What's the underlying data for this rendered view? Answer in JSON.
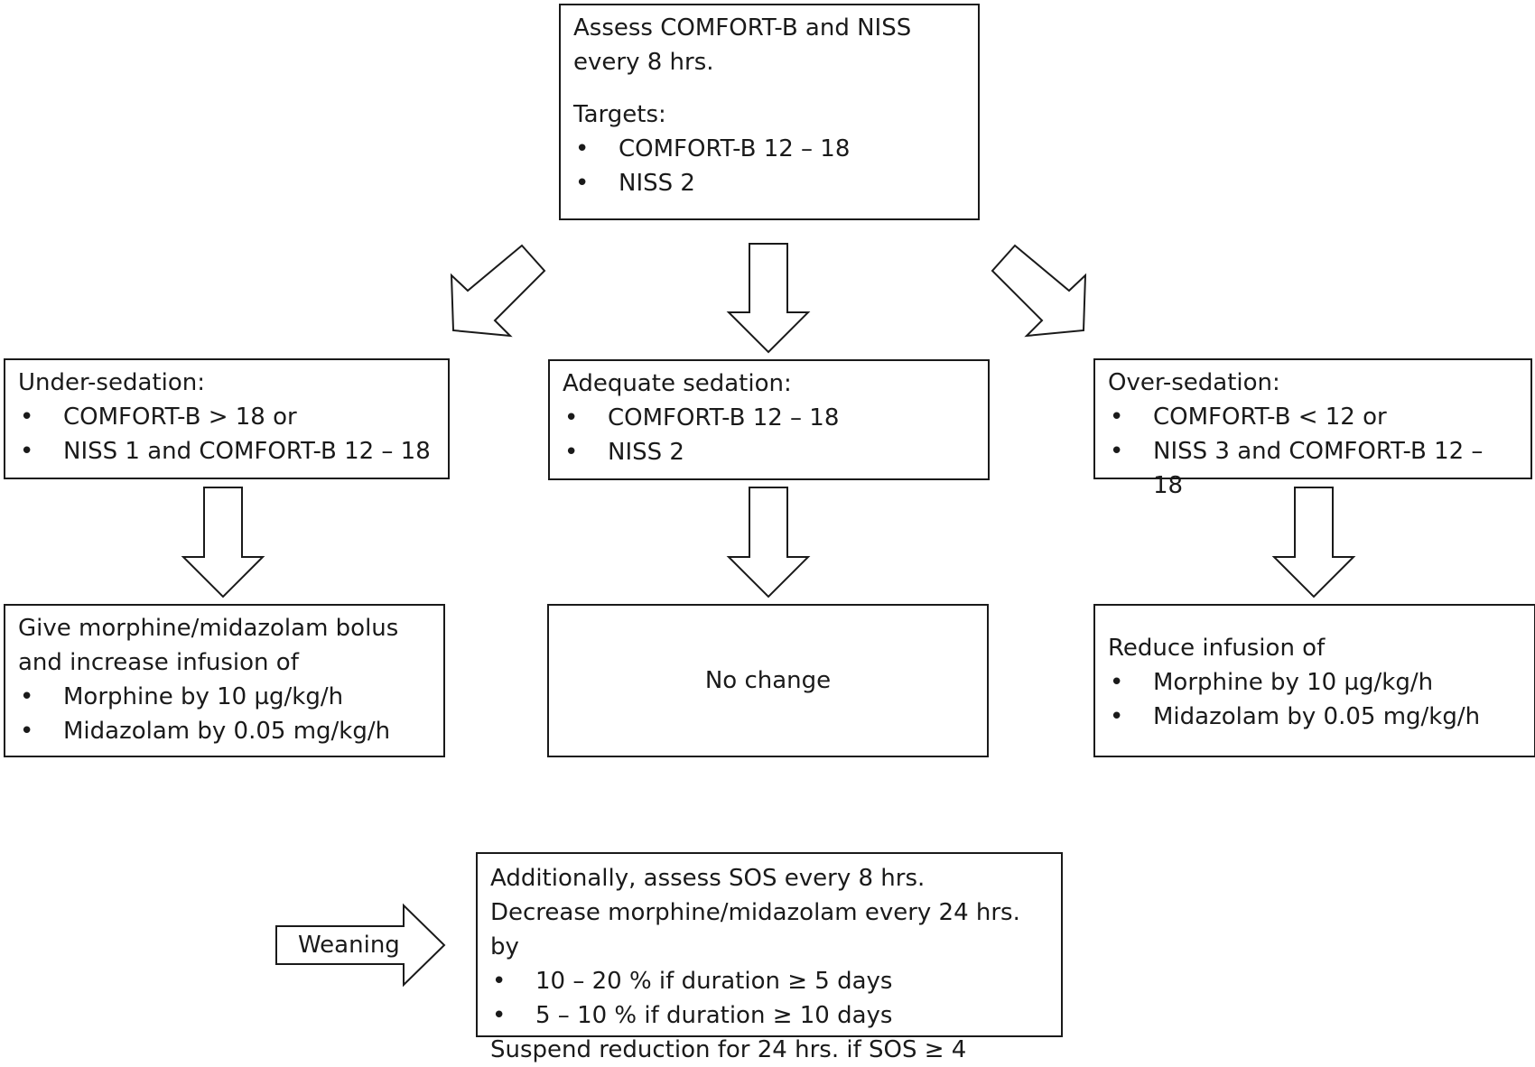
{
  "top": {
    "line1": "Assess COMFORT-B and NISS",
    "line2": "every 8 hrs.",
    "targets_label": "Targets:",
    "targets": [
      "COMFORT-B 12 – 18",
      "NISS 2"
    ]
  },
  "under": {
    "title": "Under-sedation:",
    "items": [
      "COMFORT-B > 18 or",
      "NISS 1 and COMFORT-B 12 – 18"
    ]
  },
  "adequate": {
    "title": "Adequate sedation:",
    "items": [
      "COMFORT-B 12 – 18",
      "NISS 2"
    ]
  },
  "over": {
    "title": "Over-sedation:",
    "items": [
      "COMFORT-B < 12 or",
      "NISS 3 and COMFORT-B 12 – 18"
    ]
  },
  "under_action": {
    "line1": "Give morphine/midazolam bolus",
    "line2": "and increase infusion of",
    "items": [
      "Morphine by 10 µg/kg/h",
      "Midazolam by 0.05 mg/kg/h"
    ]
  },
  "adequate_action": {
    "text": "No change"
  },
  "over_action": {
    "line1": "Reduce infusion of",
    "items": [
      "Morphine by 10 µg/kg/h",
      "Midazolam by 0.05 mg/kg/h"
    ]
  },
  "weaning": {
    "label": "Weaning",
    "line1": "Additionally, assess SOS every 8 hrs.",
    "line2": "Decrease morphine/midazolam every 24 hrs. by",
    "items": [
      "10 – 20 % if duration ≥ 5 days",
      "5 – 10 % if duration ≥ 10 days"
    ],
    "line3": "Suspend reduction for 24 hrs. if SOS ≥ 4"
  }
}
